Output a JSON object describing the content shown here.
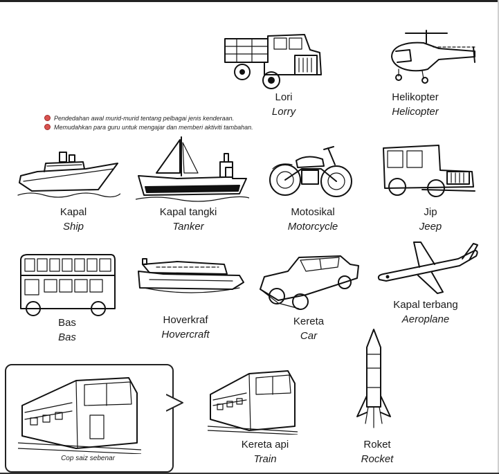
{
  "notes": [
    "Pendedahan awal murid-murid tentang pelbagai jenis kenderaan.",
    "Memudahkan para guru untuk mengajar dan memberi aktiviti tambahan."
  ],
  "vehicles": {
    "lorry": {
      "malay": "Lori",
      "english": "Lorry"
    },
    "helicopter": {
      "malay": "Helikopter",
      "english": "Helicopter"
    },
    "ship": {
      "malay": "Kapal",
      "english": "Ship"
    },
    "tanker": {
      "malay": "Kapal tangki",
      "english": "Tanker"
    },
    "motorcycle": {
      "malay": "Motosikal",
      "english": "Motorcycle"
    },
    "jeep": {
      "malay": "Jip",
      "english": "Jeep"
    },
    "bus": {
      "malay": "Bas",
      "english": "Bas"
    },
    "hovercraft": {
      "malay": "Hoverkraf",
      "english": "Hovercraft"
    },
    "car": {
      "malay": "Kereta",
      "english": "Car"
    },
    "aeroplane": {
      "malay": "Kapal terbang",
      "english": "Aeroplane"
    },
    "train": {
      "malay": "Kereta api",
      "english": "Train"
    },
    "rocket": {
      "malay": "Roket",
      "english": "Rocket"
    }
  },
  "callout": {
    "caption": "Cop saiz sebenar"
  },
  "colors": {
    "bullet": "#d9534f",
    "ink": "#111111"
  }
}
